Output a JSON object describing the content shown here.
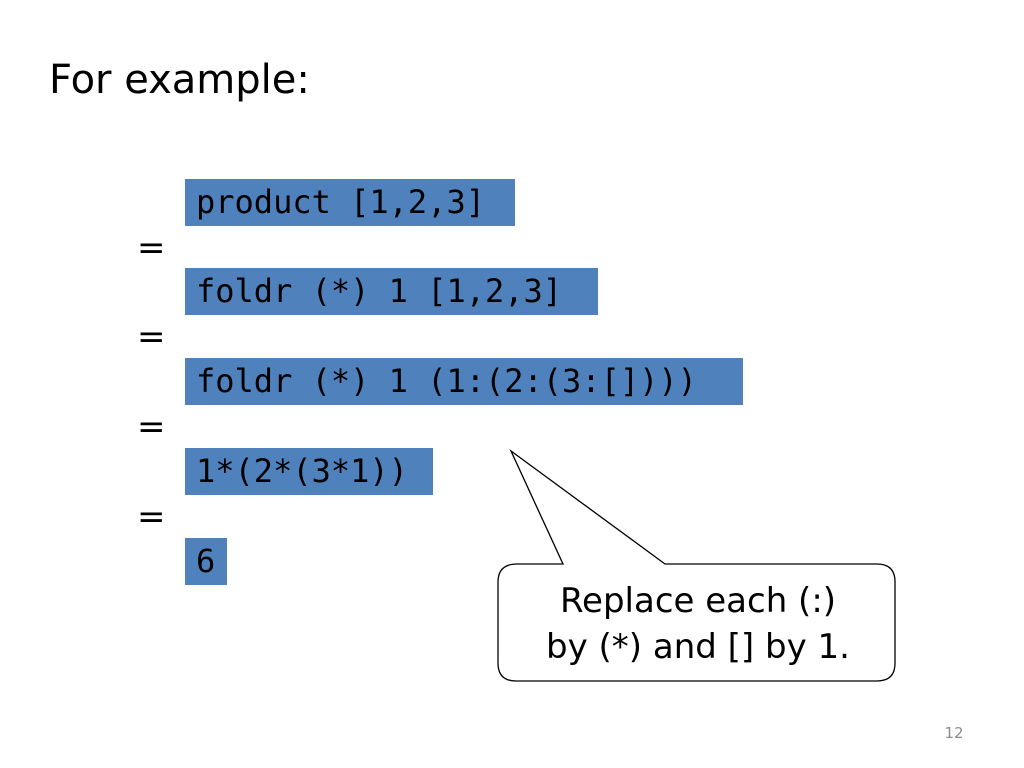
{
  "slide": {
    "title": "For example:",
    "steps": [
      "product [1,2,3]",
      "foldr (*) 1 [1,2,3]",
      "foldr (*) 1 (1:(2:(3:[])))",
      "1*(2*(3*1))",
      "6"
    ],
    "equals": "=",
    "callout": {
      "line1": "Replace each (:)",
      "line2": "by (*) and [] by 1."
    },
    "page_number": "12"
  },
  "colors": {
    "highlight": "#4f81bd",
    "text": "#000000",
    "page_number": "#8c8c8c"
  }
}
